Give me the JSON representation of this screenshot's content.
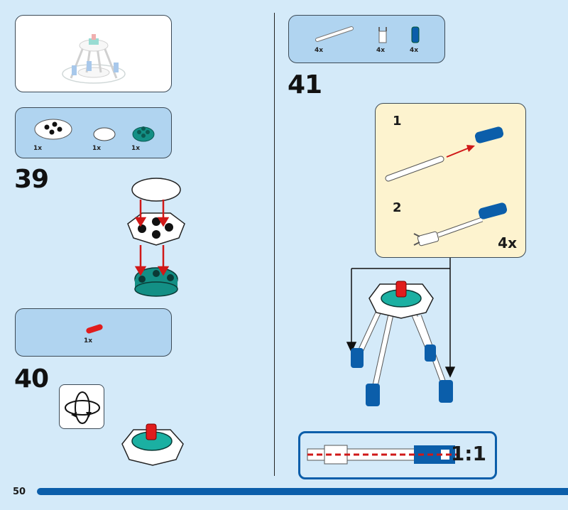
{
  "page": {
    "number": "50",
    "accent_color": "#0b5eaa",
    "background_color": "#d4eaf9"
  },
  "left_column": {
    "preview": {
      "description": "faded preview of completed model"
    },
    "step39": {
      "number": "39",
      "parts": [
        {
          "name": "white-round-hub-plate",
          "qty": "1x"
        },
        {
          "name": "white-round-tile",
          "qty": "1x"
        },
        {
          "name": "teal-round-plate",
          "qty": "1x"
        }
      ]
    },
    "step40": {
      "number": "40",
      "parts": [
        {
          "name": "red-axle-connector",
          "qty": "1x"
        }
      ],
      "rotate_icon": "rotate-model-icon"
    }
  },
  "right_column": {
    "step41": {
      "number": "41",
      "parts": [
        {
          "name": "white-tube",
          "qty": "4x"
        },
        {
          "name": "white-clip-connector",
          "qty": "4x"
        },
        {
          "name": "blue-axle-connector",
          "qty": "4x"
        }
      ],
      "sub_assembly": {
        "steps": [
          {
            "number": "1"
          },
          {
            "number": "2"
          }
        ],
        "multiplier": "4x"
      },
      "scale_check": {
        "label": "1:1"
      }
    }
  }
}
